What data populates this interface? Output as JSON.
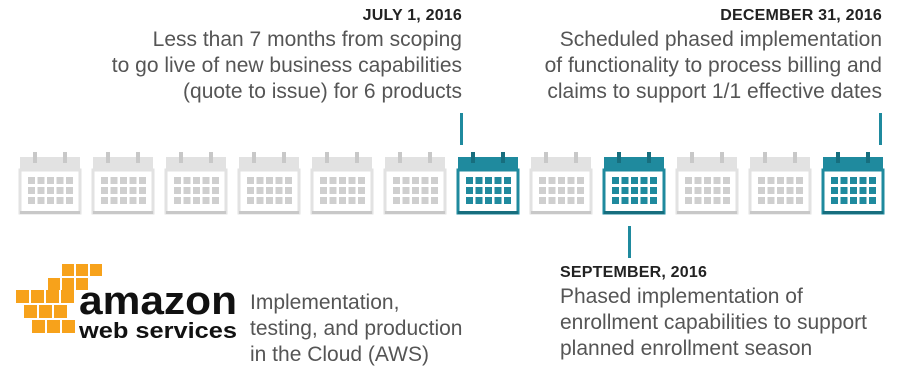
{
  "milestones": {
    "july": {
      "title": "JULY 1, 2016",
      "lines": [
        "Less than 7 months from scoping",
        "to go live of new business capabilities",
        "(quote to issue) for 6 products"
      ]
    },
    "december": {
      "title": "DECEMBER 31, 2016",
      "lines": [
        "Scheduled phased implementation",
        "of functionality to process billing and",
        "claims to support 1/1 effective dates"
      ]
    },
    "september": {
      "title": "SEPTEMBER, 2016",
      "lines": [
        "Phased implementation of",
        "enrollment capabilities to support",
        "planned enrollment season"
      ]
    }
  },
  "calendar_row": {
    "count": 12,
    "highlighted": [
      7,
      9,
      12
    ],
    "colors": {
      "inactive": "#e2e2e2",
      "inactive_cells": "#cfcfcf",
      "active": "#1f8a9e",
      "active_dark": "#176e7e"
    }
  },
  "aws": {
    "logo_word1": "amazon",
    "logo_word2": "web services",
    "lines": [
      "Implementation,",
      "testing, and production",
      "in the Cloud (AWS)"
    ],
    "logo_color": "#f7a21b"
  }
}
